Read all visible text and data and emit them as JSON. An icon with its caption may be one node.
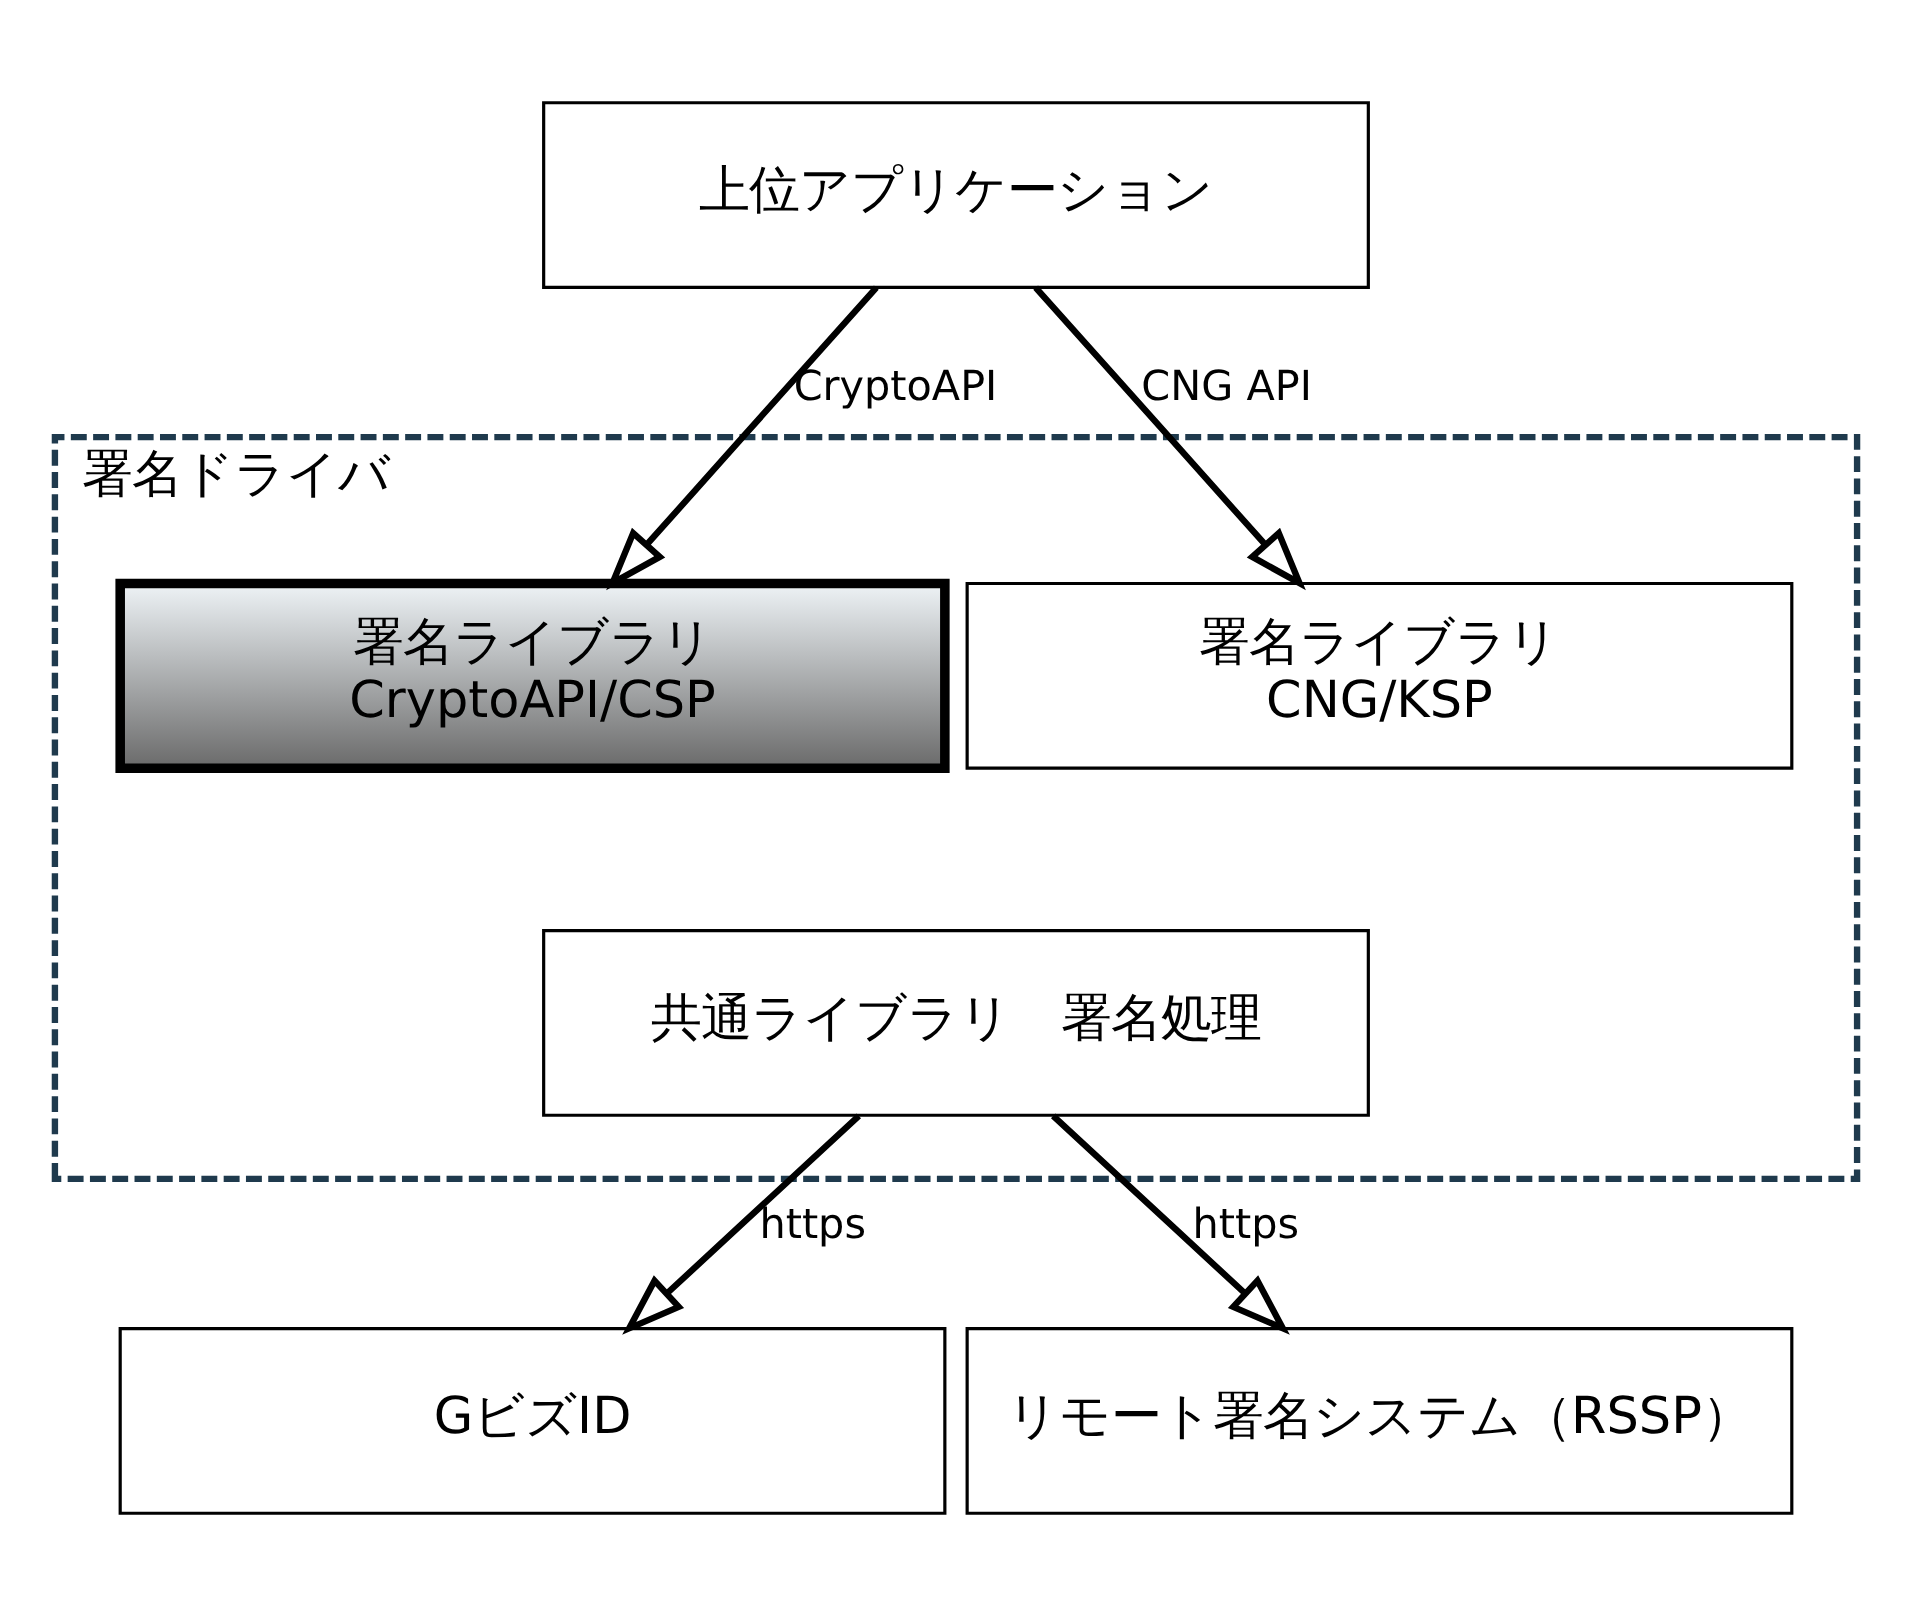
{
  "diagram": {
    "nodes": [
      {
        "text": [
          "上位アプリケーション"
        ]
      },
      {
        "text": [
          "署名ドライバ"
        ]
      },
      {
        "text": [
          "署名ライブラリ",
          "CryptoAPI/CSP"
        ],
        "in": 1
      },
      {
        "text": [
          "署名ライブラリ",
          "CNG/KSP"
        ],
        "in": 1
      },
      {
        "text": [
          "共通ライブラリ　署名処理"
        ],
        "in": 1
      },
      {
        "text": [
          "GビズID"
        ]
      },
      {
        "text": [
          "リモート署名システム（RSSP）"
        ]
      }
    ],
    "edges": [
      {
        "from": 0,
        "to": 2,
        "arrow": "to",
        "label": "CryptoAPI"
      },
      {
        "from": 0,
        "to": 3,
        "arrow": "to",
        "label": "CNG API"
      },
      {
        "from": 4,
        "to": 5,
        "arrow": "to",
        "label": "https"
      },
      {
        "from": 4,
        "to": 6,
        "arrow": "to",
        "label": "https"
      }
    ]
  }
}
